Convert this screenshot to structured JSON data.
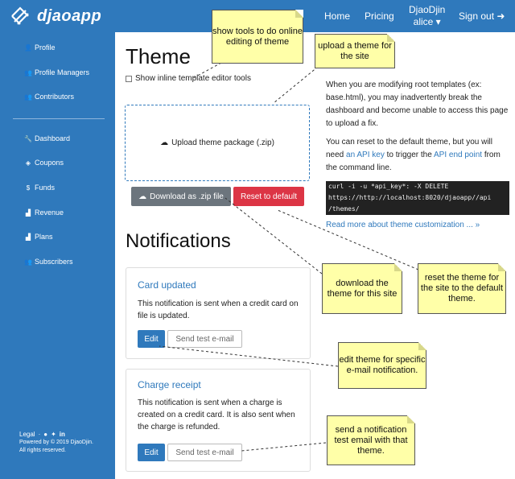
{
  "app": {
    "name": "djaoapp"
  },
  "nav": {
    "home": "Home",
    "pricing": "Pricing",
    "org": "DjaoDjin",
    "user": "alice",
    "user_caret": "▾",
    "signout": "Sign out",
    "signout_icon": "➜"
  },
  "sidebar": {
    "items": [
      {
        "label": "Profile",
        "icon": "👤",
        "icon_name": "user-icon"
      },
      {
        "label": "Profile Managers",
        "icon": "👥",
        "icon_name": "users-icon"
      },
      {
        "label": "Contributors",
        "icon": "👥",
        "icon_name": "users-icon"
      },
      {
        "label": "Dashboard",
        "icon": "🔧",
        "icon_name": "wrench-icon"
      },
      {
        "label": "Coupons",
        "icon": "◈",
        "icon_name": "tag-icon"
      },
      {
        "label": "Funds",
        "icon": "$",
        "icon_name": "dollar-icon"
      },
      {
        "label": "Revenue",
        "icon": "▟",
        "icon_name": "bar-chart-icon"
      },
      {
        "label": "Plans",
        "icon": "▟",
        "icon_name": "bar-chart-icon"
      },
      {
        "label": "Subscribers",
        "icon": "👥",
        "icon_name": "users-icon"
      }
    ],
    "footer_line1": "Powered by © 2019 DjaoDjin.",
    "footer_line2": "All rights reserved.",
    "legal": "Legal",
    "sep": "·",
    "github_icon": "●",
    "twitter_icon": "✦",
    "linkedin_icon": "in"
  },
  "theme": {
    "title": "Theme",
    "checkbox_label": "Show inline template editor tools",
    "upload_icon": "☁",
    "upload_label": "Upload theme package (.zip)",
    "download_icon": "☁",
    "download_label": "Download as .zip file",
    "reset_label": "Reset to default",
    "help_p1": "When you are modifying root templates (ex: base.html), you may inadvertently break the dashboard and become unable to access this page to upload a fix.",
    "help_p2_a": "You can reset to the default theme, but you will need ",
    "help_p2_link1": "an API key",
    "help_p2_b": " to trigger the ",
    "help_p2_link2": "API end point",
    "help_p2_c": " from the command line.",
    "code_line1": "curl -i -u *api_key*: -X DELETE",
    "code_line2": "https://http://localhost:8020/djaoapp//api",
    "code_line3": "/themes/",
    "read_more": "Read more about theme customization ... »"
  },
  "notifications": {
    "title": "Notifications",
    "cards": [
      {
        "title": "Card updated",
        "desc": "This notification is sent when a credit card on file is updated.",
        "edit": "Edit",
        "test": "Send test e-mail"
      },
      {
        "title": "Charge receipt",
        "desc": "This notification is sent when a charge is created on a credit card. It is also sent when the charge is refunded.",
        "edit": "Edit",
        "test": "Send test e-mail"
      }
    ]
  },
  "callouts": {
    "c1": "show tools to do online editing of theme",
    "c2": "upload a theme for the site",
    "c3": "download the theme for this site",
    "c4": "reset the theme for the site to the default theme.",
    "c5": "edit theme for specific e-mail notification.",
    "c6": "send a notification test email with that theme."
  },
  "colors": {
    "brand": "#2f79bc",
    "danger": "#dc3545",
    "secondary": "#6c757d",
    "callout": "#ffffa8"
  }
}
